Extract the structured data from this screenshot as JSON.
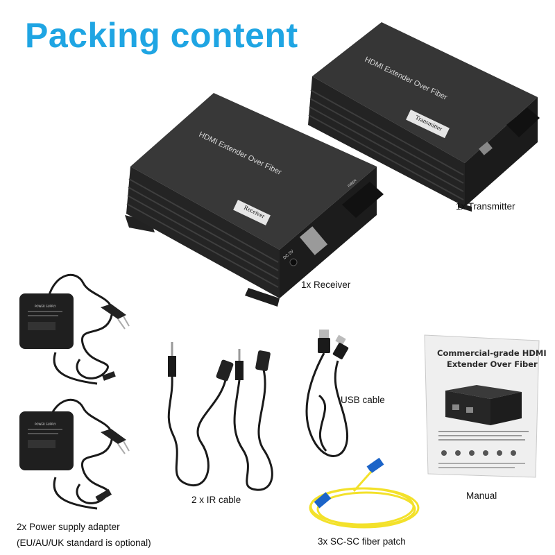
{
  "title": "Packing content",
  "devices": {
    "transmitter": {
      "name": "HDMI Extender Over Fiber",
      "tag": "Transmitter",
      "label": "1x Transmitter"
    },
    "receiver": {
      "name": "HDMI Extender Over Fiber",
      "tag": "Receiver",
      "label": "1x Receiver",
      "port_dc": "DC 5V",
      "port_fiber": "FIBER"
    }
  },
  "items": {
    "power_label": "2x Power supply adapter",
    "power_note": "(EU/AU/UK standard is optional)",
    "power_unit_text": "POWER SUPPLY",
    "ir_label": "2 x IR cable",
    "usb_label": "USB cable",
    "fiber_label": "3x SC-SC fiber patch",
    "manual_label": "Manual",
    "manual_title_line1": "Commercial-grade HDMI",
    "manual_title_line2": "Extender Over Fiber"
  },
  "colors": {
    "title": "#1fa5e3",
    "device_body": "#2b2b2b",
    "fiber": "#f3e12a",
    "connector_blue": "#1c64c8"
  }
}
